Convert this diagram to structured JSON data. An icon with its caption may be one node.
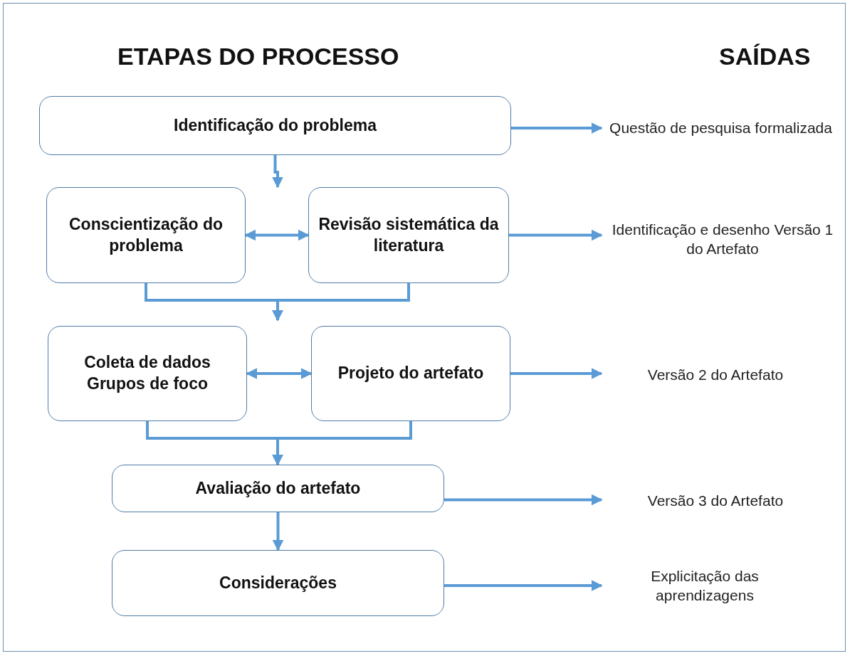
{
  "diagram": {
    "nodes": [
      {
        "text": [
          "Identificação do problema"
        ]
      },
      {
        "text": [
          "Questão de pesquisa formalizada"
        ]
      },
      {
        "text": [
          "Conscientização do problema"
        ]
      },
      {
        "text": [
          "Revisão sistemática da literatura"
        ]
      },
      {
        "text": [
          "Identificação e desenho Versão 1 do Artefato"
        ]
      },
      {
        "text": [
          "Coleta de dados Grupos de foco"
        ]
      },
      {
        "text": [
          "Projeto do artefato"
        ]
      },
      {
        "text": [
          "Versão 2 do Artefato"
        ]
      },
      {
        "text": [
          "Avaliação do artefato"
        ]
      },
      {
        "text": [
          "Versão 3 do Artefato"
        ]
      },
      {
        "text": [
          "Considerações"
        ]
      },
      {
        "text": [
          "Explicitação das aprendizagens"
        ]
      }
    ],
    "edges": [
      {
        "from": 0,
        "to": 1,
        "arrow": "to"
      },
      {
        "from": 0,
        "to": 2,
        "arrow": "to"
      },
      {
        "from": 2,
        "to": 3,
        "arrow": "both"
      },
      {
        "from": 3,
        "to": 4,
        "arrow": "to"
      },
      {
        "from": 2,
        "to": null,
        "arrow": "to"
      },
      {
        "from": 3,
        "to": null,
        "arrow": "to"
      },
      {
        "from": 5,
        "to": 6,
        "arrow": "both"
      },
      {
        "from": 6,
        "to": 7,
        "arrow": "to"
      },
      {
        "from": 5,
        "to": 8,
        "arrow": "to"
      },
      {
        "from": 6,
        "to": 8,
        "arrow": "to"
      },
      {
        "from": 8,
        "to": 9,
        "arrow": "to"
      },
      {
        "from": 8,
        "to": 10,
        "arrow": "to"
      },
      {
        "from": 10,
        "to": 11,
        "arrow": "to"
      }
    ],
    "labels": [
      "ETAPAS DO PROCESSO",
      "SAÍDAS"
    ]
  }
}
